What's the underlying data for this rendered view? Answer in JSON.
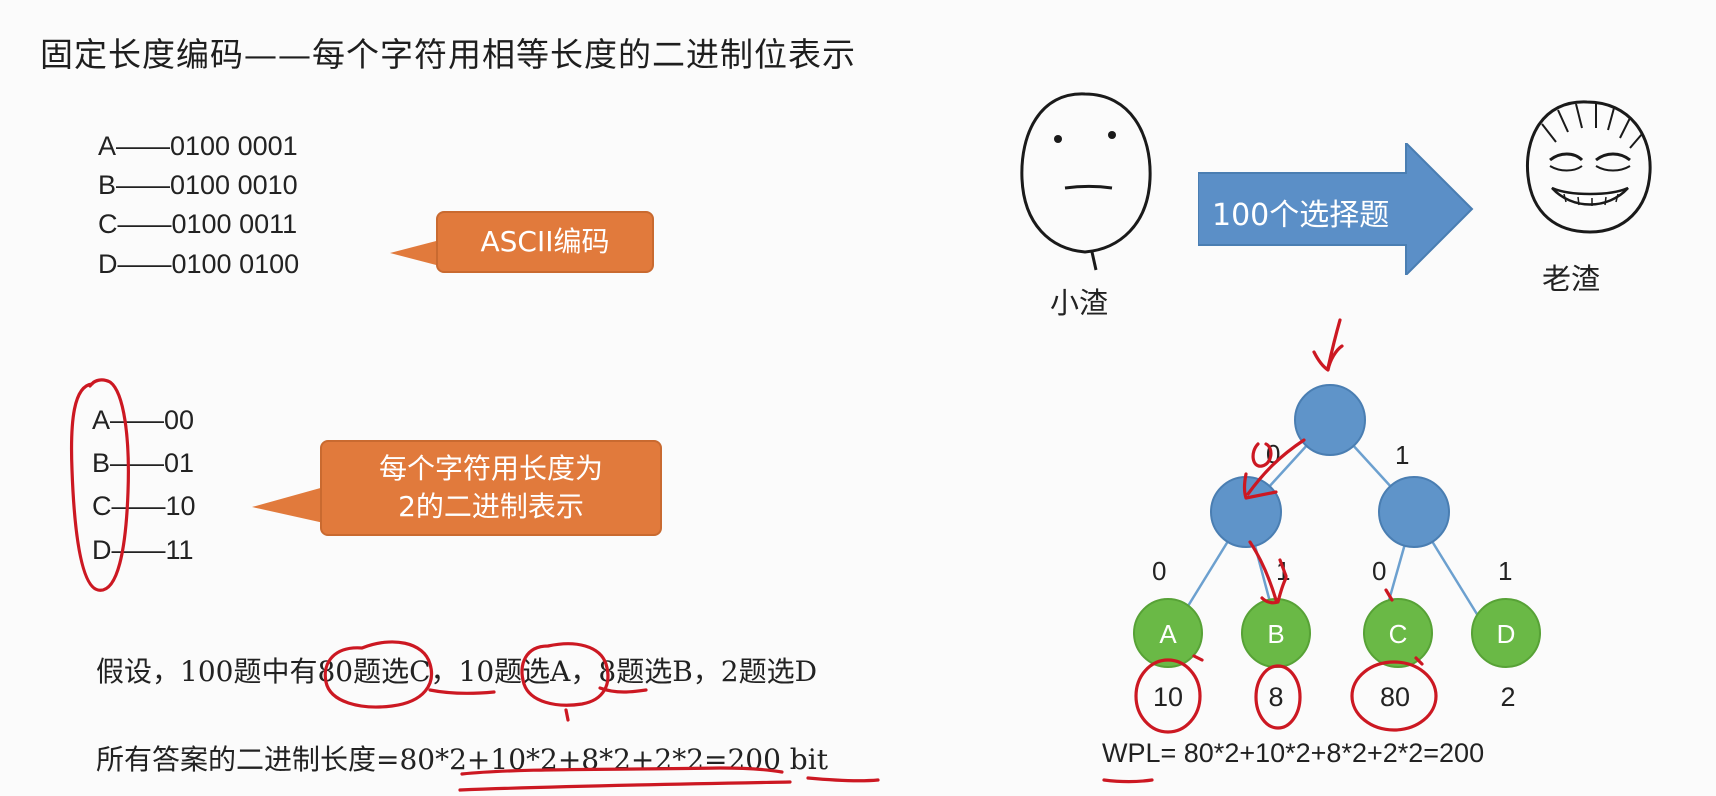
{
  "title": "固定长度编码——每个字符用相等长度的二进制位表示",
  "ascii_codes": [
    "A——0100 0001",
    "B——0100 0010",
    "C——0100 0011",
    "D——0100 0100"
  ],
  "ascii_callout": "ASCII编码",
  "short_codes": [
    "A——00",
    "B——01",
    "C——10",
    "D——11"
  ],
  "short_callout": [
    "每个字符用长度为",
    "2的二进制表示"
  ],
  "assumption": {
    "prefix": "假设，100题中有",
    "v1": "80题选",
    "l1": "C，",
    "v2": "10题选",
    "rest": "A，8题选B，2题选D"
  },
  "length_line": {
    "label": "所有答案的二进制长度",
    "formula": "=80*2+10*2+8*2+2*2=200 bit"
  },
  "story": {
    "left_name": "小渣",
    "arrow_text": "100个选择题",
    "right_name": "老渣"
  },
  "tree": {
    "edges": {
      "root_left": "0",
      "root_right": "1",
      "l_a": "0",
      "l_b": "1",
      "r_c": "0",
      "r_d": "1"
    },
    "leaves": [
      {
        "label": "A",
        "weight": "10"
      },
      {
        "label": "B",
        "weight": "8"
      },
      {
        "label": "C",
        "weight": "80"
      },
      {
        "label": "D",
        "weight": "2"
      }
    ],
    "wpl": "WPL= 80*2+10*2+8*2+2*2=200"
  },
  "colors": {
    "callout": "#e17a3c",
    "arrow": "#5b8fc7",
    "node_internal": "#5f94c9",
    "node_leaf": "#6ab946",
    "annotation": "#cc1822"
  }
}
